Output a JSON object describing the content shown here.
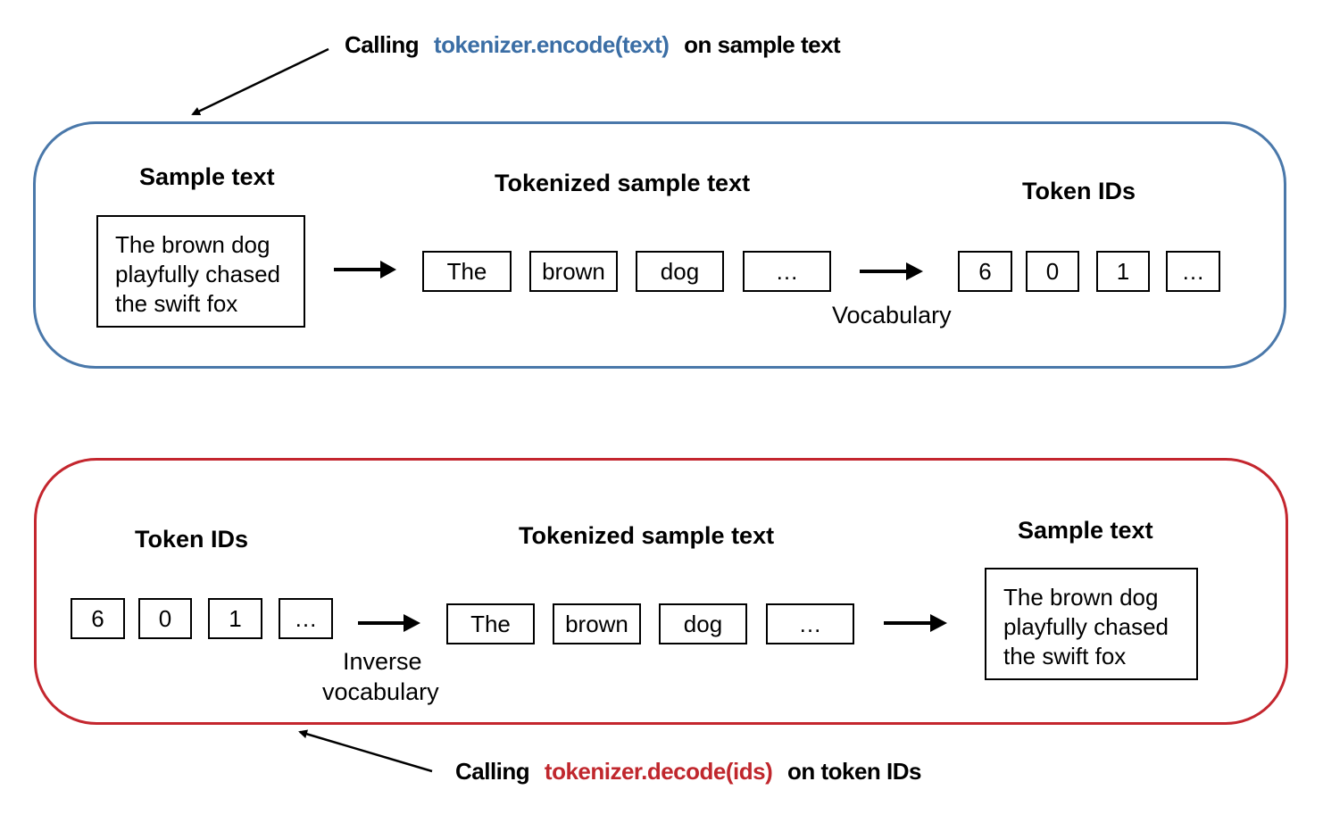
{
  "colors": {
    "encode_accent": "#3b6ea5",
    "decode_accent": "#c0272d",
    "border_encode": "#4a78aa",
    "border_decode": "#c4262e"
  },
  "encode": {
    "caption": {
      "prefix": "Calling",
      "code": "tokenizer.encode(text)",
      "suffix": "on sample text"
    },
    "sample_heading": "Sample text",
    "sample_lines": [
      "The brown dog",
      "playfully chased",
      "the swift fox"
    ],
    "tokenized_heading": "Tokenized sample text",
    "tokens": [
      "The",
      "brown",
      "dog",
      "…"
    ],
    "mapping_label": "Vocabulary",
    "ids_heading": "Token IDs",
    "ids": [
      "6",
      "0",
      "1",
      "…"
    ]
  },
  "decode": {
    "caption": {
      "prefix": "Calling",
      "code": "tokenizer.decode(ids)",
      "suffix": "on token IDs"
    },
    "ids_heading": "Token IDs",
    "ids": [
      "6",
      "0",
      "1",
      "…"
    ],
    "mapping_label_lines": [
      "Inverse",
      "vocabulary"
    ],
    "tokenized_heading": "Tokenized sample text",
    "tokens": [
      "The",
      "brown",
      "dog",
      "…"
    ],
    "sample_heading": "Sample text",
    "sample_lines": [
      "The brown dog",
      "playfully chased",
      "the swift fox"
    ]
  }
}
